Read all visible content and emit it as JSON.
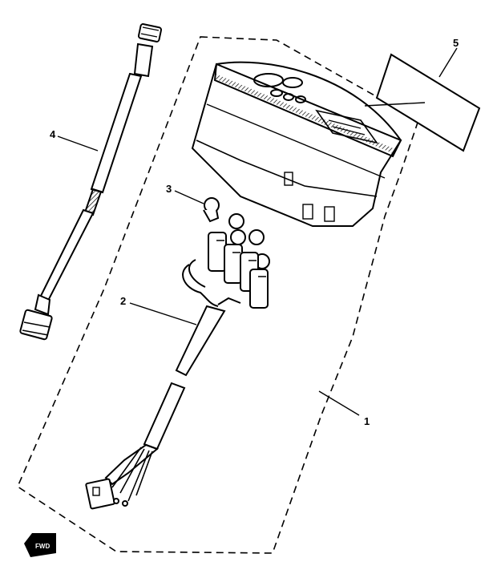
{
  "callouts": {
    "part_1": "1",
    "part_2": "2",
    "part_3": "3",
    "part_4": "4",
    "part_5": "5"
  },
  "direction_marker": "FWD",
  "colors": {
    "ink": "#000000",
    "paper": "#ffffff"
  }
}
